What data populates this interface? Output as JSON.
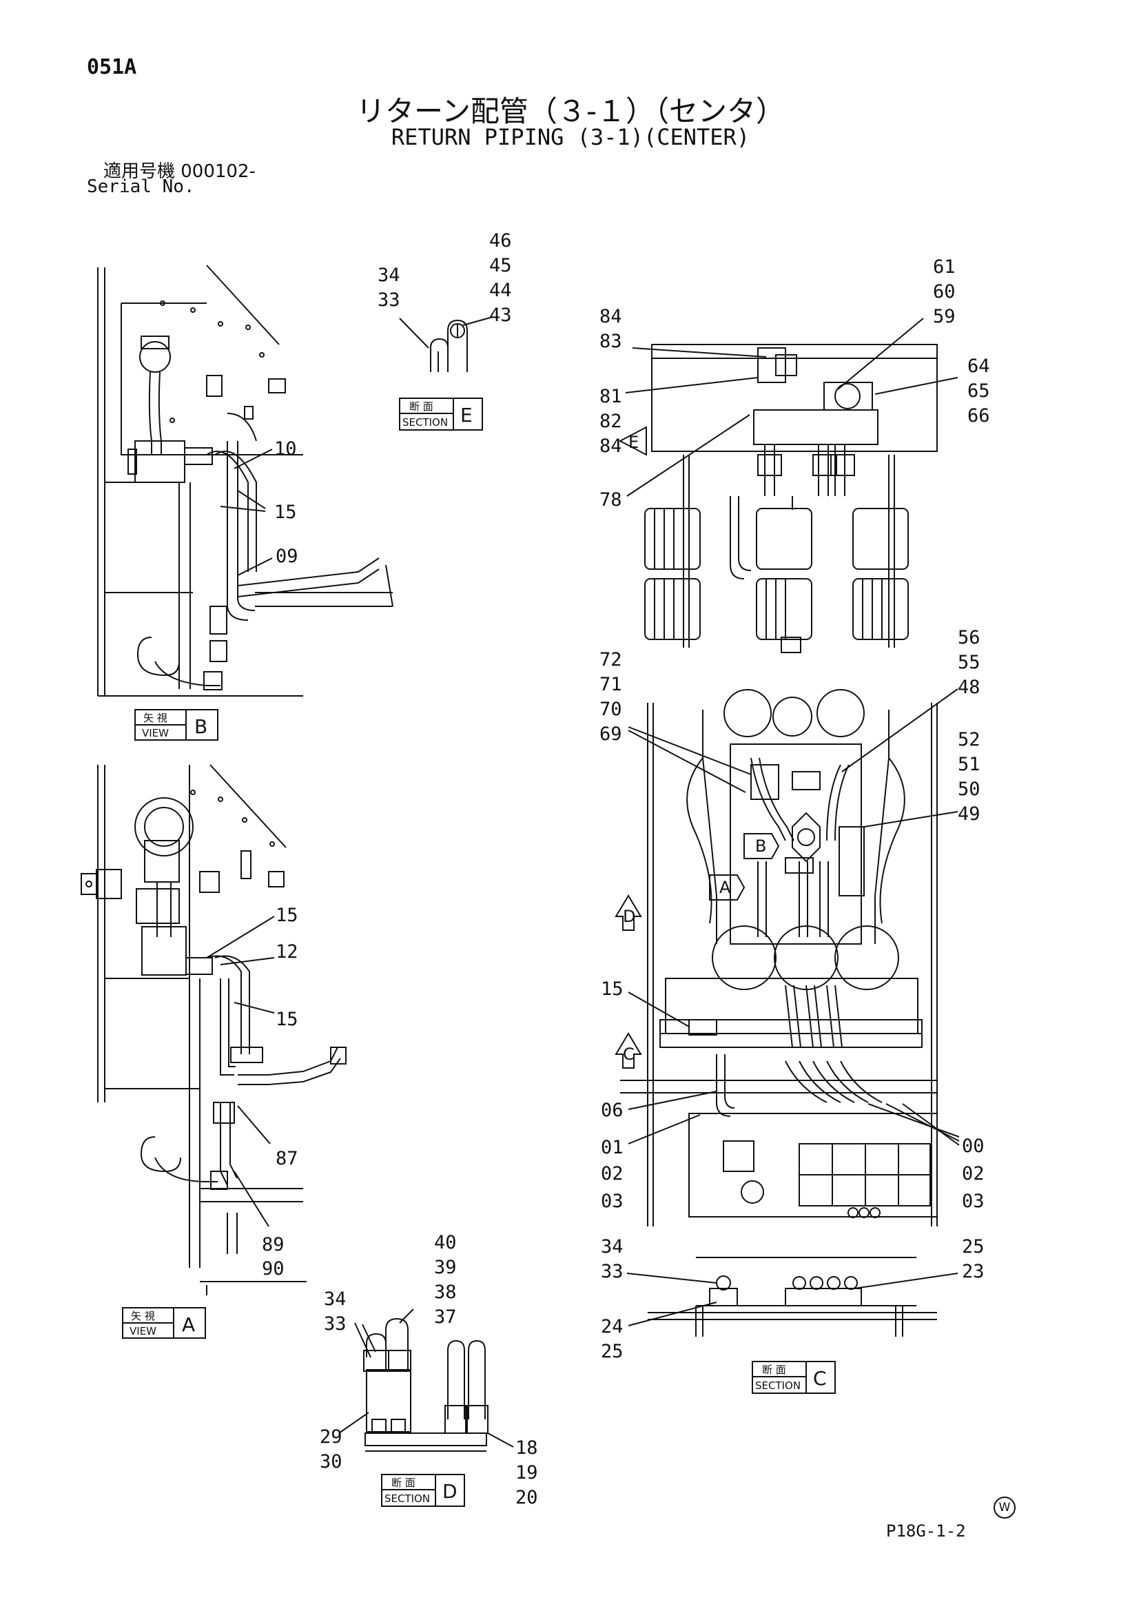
{
  "header": {
    "page_code": "051A",
    "title_jp": "リターン配管（３-１）（センタ）",
    "title_en": "RETURN PIPING (3-1)(CENTER)",
    "serial_jp": "適用号機  000102-",
    "serial_en": "Serial No."
  },
  "footer": {
    "page_ref": "P18G-1-2",
    "mark": "W"
  },
  "badges": {
    "view_jp": "矢 視",
    "view_en": "VIEW",
    "section_jp": "断 面",
    "section_en": "SECTION",
    "view_b": "B",
    "view_a": "A",
    "section_e": "E",
    "section_d": "D",
    "section_c": "C"
  },
  "arrows": {
    "e": "E",
    "b": "B",
    "a": "A",
    "d": "D",
    "c": "C"
  },
  "callouts": {
    "view_b": [
      "10",
      "15",
      "09"
    ],
    "view_a": [
      "15",
      "12",
      "15",
      "87",
      "89",
      "90"
    ],
    "section_e": [
      "46",
      "45",
      "44",
      "43",
      "34",
      "33"
    ],
    "section_d": [
      "40",
      "39",
      "38",
      "37",
      "34",
      "33",
      "29",
      "30",
      "18",
      "19",
      "20"
    ],
    "top_right": [
      "61",
      "60",
      "59",
      "84",
      "83",
      "64",
      "65",
      "66",
      "81",
      "82",
      "84",
      "78"
    ],
    "mid_right": [
      "72",
      "71",
      "70",
      "69",
      "56",
      "55",
      "48",
      "52",
      "51",
      "50",
      "49",
      "15",
      "06",
      "01",
      "02",
      "03",
      "00",
      "02",
      "03"
    ],
    "section_c": [
      "34",
      "33",
      "25",
      "23",
      "24",
      "25"
    ]
  }
}
